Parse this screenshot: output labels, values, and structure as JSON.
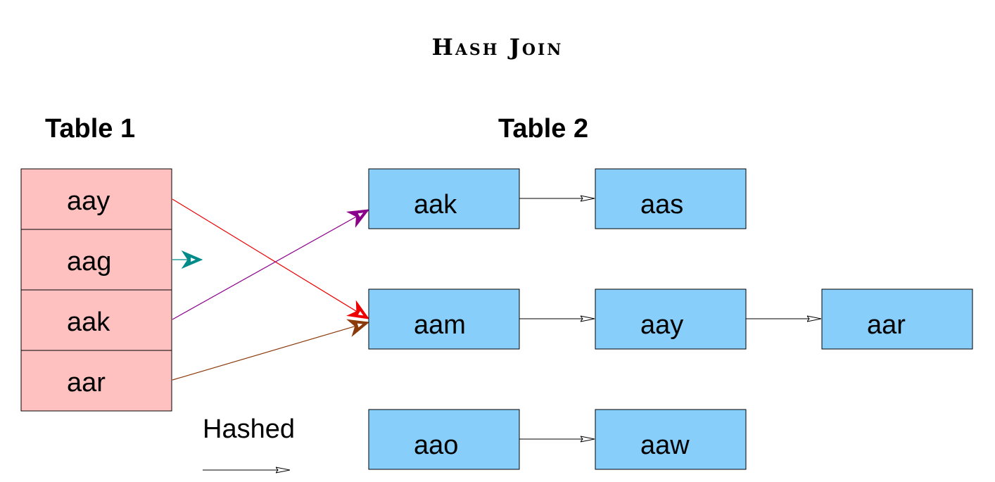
{
  "title": "Hash Join",
  "table1": {
    "heading": "Table 1",
    "rows": [
      "aay",
      "aag",
      "aak",
      "aar"
    ],
    "fill": "#ffc0c0"
  },
  "table2": {
    "heading": "Table 2",
    "fill": "#87cefa",
    "buckets": [
      [
        "aak",
        "aas"
      ],
      [
        "aam",
        "aay",
        "aar"
      ],
      [
        "aao",
        "aaw"
      ]
    ]
  },
  "hash_links": [
    {
      "from_row": 0,
      "to_bucket": 1,
      "color": "#ee0000"
    },
    {
      "from_row": 1,
      "to_bucket": null,
      "color": "#008b8b"
    },
    {
      "from_row": 2,
      "to_bucket": 0,
      "color": "#8b008b"
    },
    {
      "from_row": 3,
      "to_bucket": 1,
      "color": "#8b3a0b"
    }
  ],
  "legend": {
    "label": "Hashed"
  }
}
